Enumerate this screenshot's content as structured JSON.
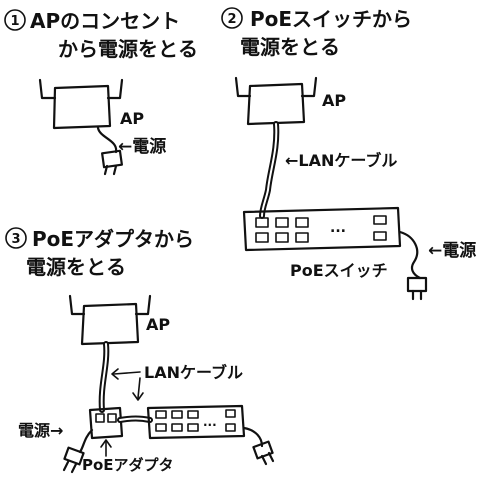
{
  "sections": [
    {
      "number": "①",
      "title_line1": "APのコンセント",
      "title_line2": "から電源をとる",
      "ap_label": "AP",
      "power_label": "←電源"
    },
    {
      "number": "②",
      "title_line1": "PoEスイッチから",
      "title_line2": "電源をとる",
      "ap_label": "AP",
      "cable_label": "←LANケーブル",
      "switch_label": "PoEスイッチ",
      "switch_dots": "...",
      "power_label": "←電源"
    },
    {
      "number": "③",
      "title_line1": "PoEアダプタから",
      "title_line2": "電源をとる",
      "ap_label": "AP",
      "cable_label": "LANケーブル",
      "power_label": "電源→",
      "adapter_label": "PoEアダプタ",
      "switch_dots": "..."
    }
  ]
}
